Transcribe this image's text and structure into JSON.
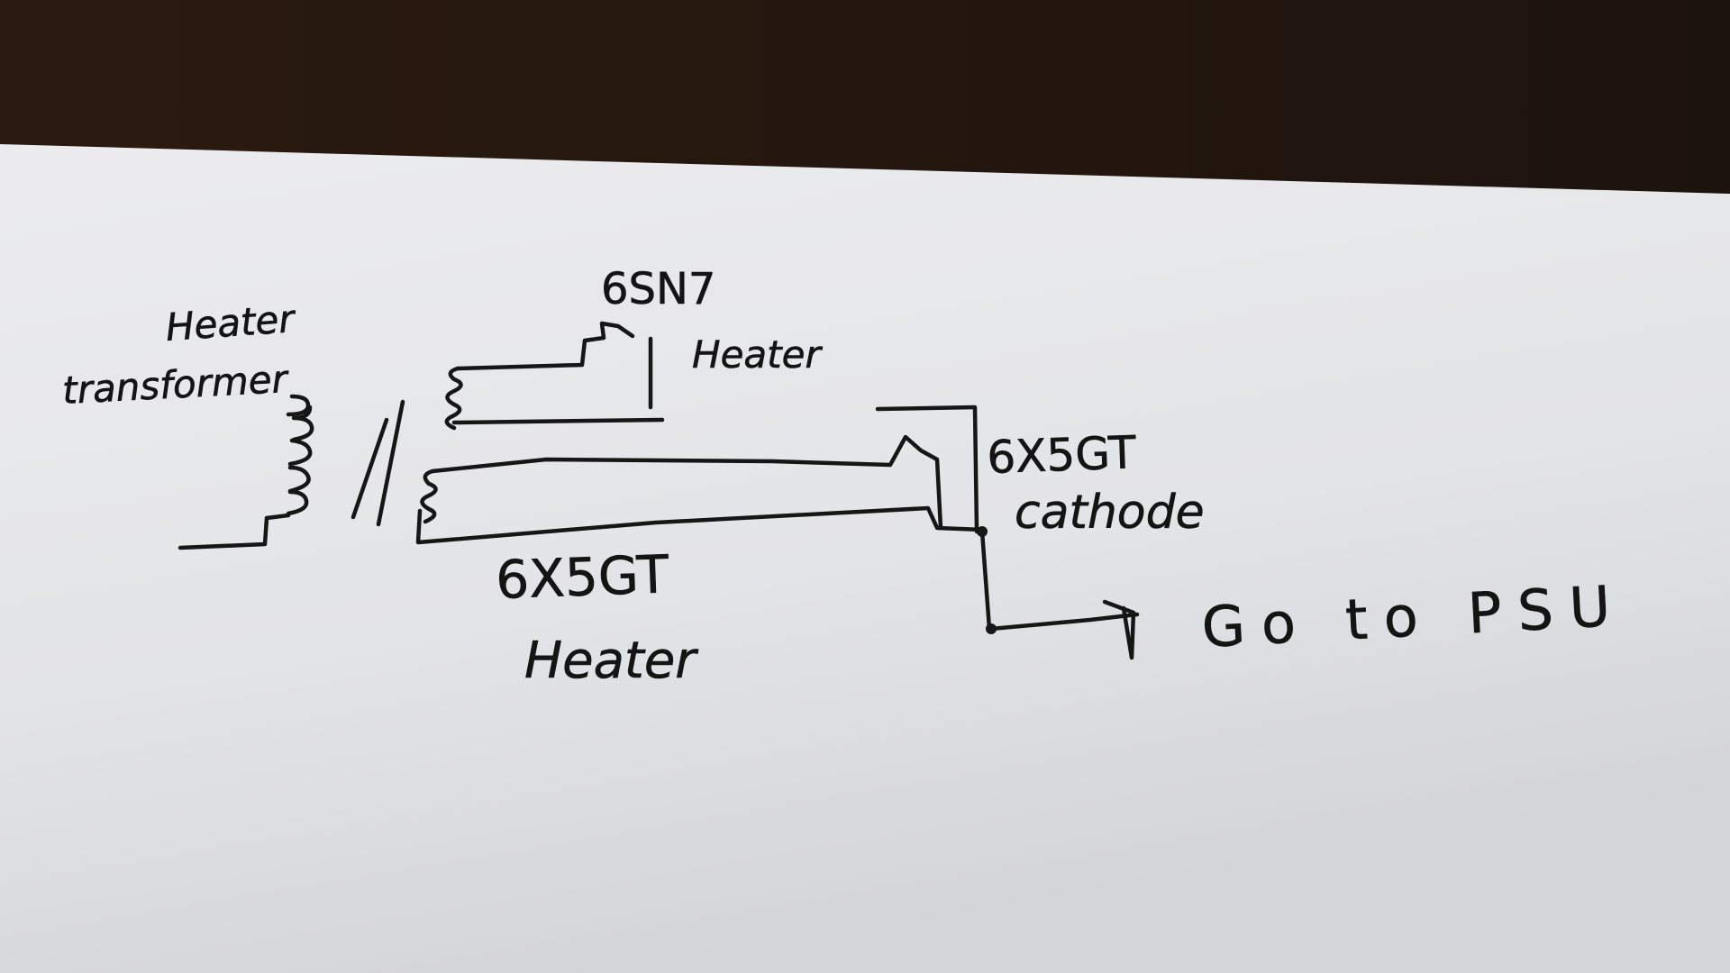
{
  "diagram": {
    "transformer_label": [
      "Heater",
      "transformer"
    ],
    "tube_6sn7": {
      "type": "6SN7",
      "role": "Heater"
    },
    "tube_6x5gt_heater": {
      "type": "6X5GT",
      "role": "Heater"
    },
    "tube_6x5gt_cathode": {
      "type": "6X5GT",
      "role": "cathode"
    },
    "psu_note": "Go to PSU"
  },
  "colors": {
    "ink": "#161616",
    "paper": "#e6e7e9",
    "background": "#2a1b12"
  }
}
